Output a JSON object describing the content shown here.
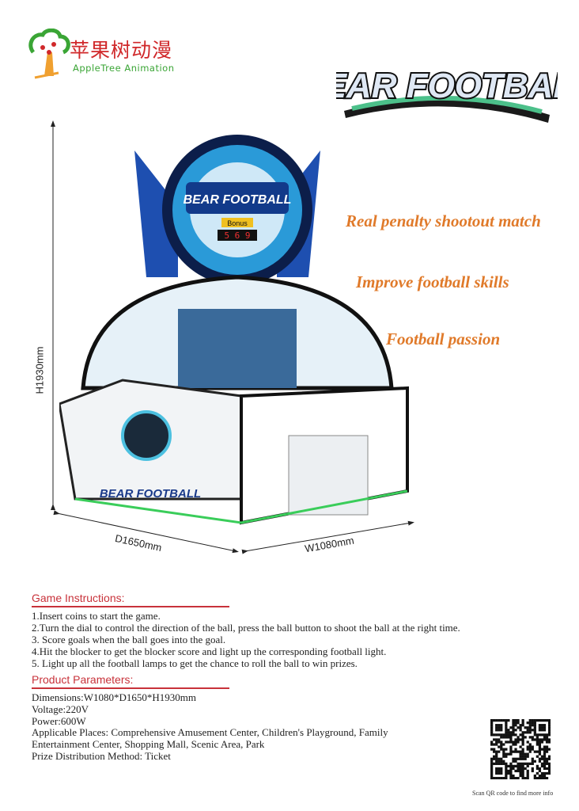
{
  "brand": {
    "name_cn": "苹果树动漫",
    "name_en": "AppleTree Animation"
  },
  "product_logo": "BEAR FOOTBALL",
  "taglines": [
    "Real penalty shootout match",
    "Improve football skills",
    "Football passion"
  ],
  "dimensions": {
    "height": "H1930mm",
    "depth": "D1650mm",
    "width": "W1080mm"
  },
  "machine": {
    "sign": "BEAR FOOTBALL",
    "bonus": "Bonus",
    "score": "5 6 9"
  },
  "instructions": {
    "title": "Game Instructions:",
    "items": [
      "1.Insert coins to start the game.",
      "2.Turn the dial to control the direction of the ball, press the ball button to shoot the ball at the right time.",
      "3. Score goals when the ball goes into the goal.",
      "4.Hit the blocker to get the blocker score and light up the corresponding football light.",
      "5. Light up all the football lamps to get the chance to roll the ball to win prizes."
    ]
  },
  "parameters": {
    "title": "Product Parameters:",
    "items": [
      "Dimensions:W1080*D1650*H1930mm",
      "Voltage:220V",
      "Power:600W",
      "Applicable Places: Comprehensive Amusement Center, Children's Playground, Family",
      "Entertainment Center, Shopping Mall, Scenic Area, Park",
      "Prize Distribution Method: Ticket"
    ]
  },
  "qr_caption": "Scan QR code to find more info",
  "colors": {
    "accent": "#c8323a",
    "tagline": "#e07a2a",
    "brand_green": "#3aa535"
  }
}
